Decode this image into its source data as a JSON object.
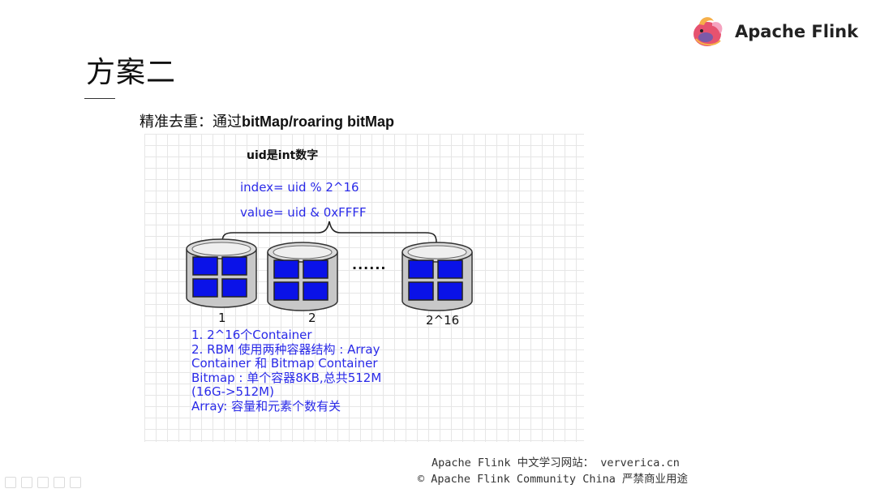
{
  "brand": {
    "name": "Apache Flink",
    "logo_icon": "flink-squirrel-icon"
  },
  "slide": {
    "title": "方案二",
    "subtitle_zh": "精准去重：通过",
    "subtitle_en": "bitMap/roaring bitMap"
  },
  "diagram": {
    "heading": "uid是int数字",
    "index_formula": "index= uid % 2^16",
    "value_formula": "value= uid &  0xFFFF",
    "ellipsis": "......",
    "containers": [
      {
        "label": "1"
      },
      {
        "label": "2"
      },
      {
        "label": "2^16"
      }
    ],
    "notes": [
      "1. 2^16个Container",
      "2. RBM 使用两种容器结构 : Array",
      "Container 和 Bitmap Container",
      "Bitmap : 单个容器8KB,总共512M",
      "(16G->512M)",
      "Array: 容量和元素个数有关"
    ],
    "colors": {
      "text_blue": "#2a2ae8",
      "cell_blue": "#0a12e8",
      "cylinder_gray": "#c8c8c8"
    }
  },
  "footer": {
    "line1": "Apache Flink 中文学习网站： ververica.cn",
    "line2": "© Apache Flink Community China  严禁商业用途"
  }
}
